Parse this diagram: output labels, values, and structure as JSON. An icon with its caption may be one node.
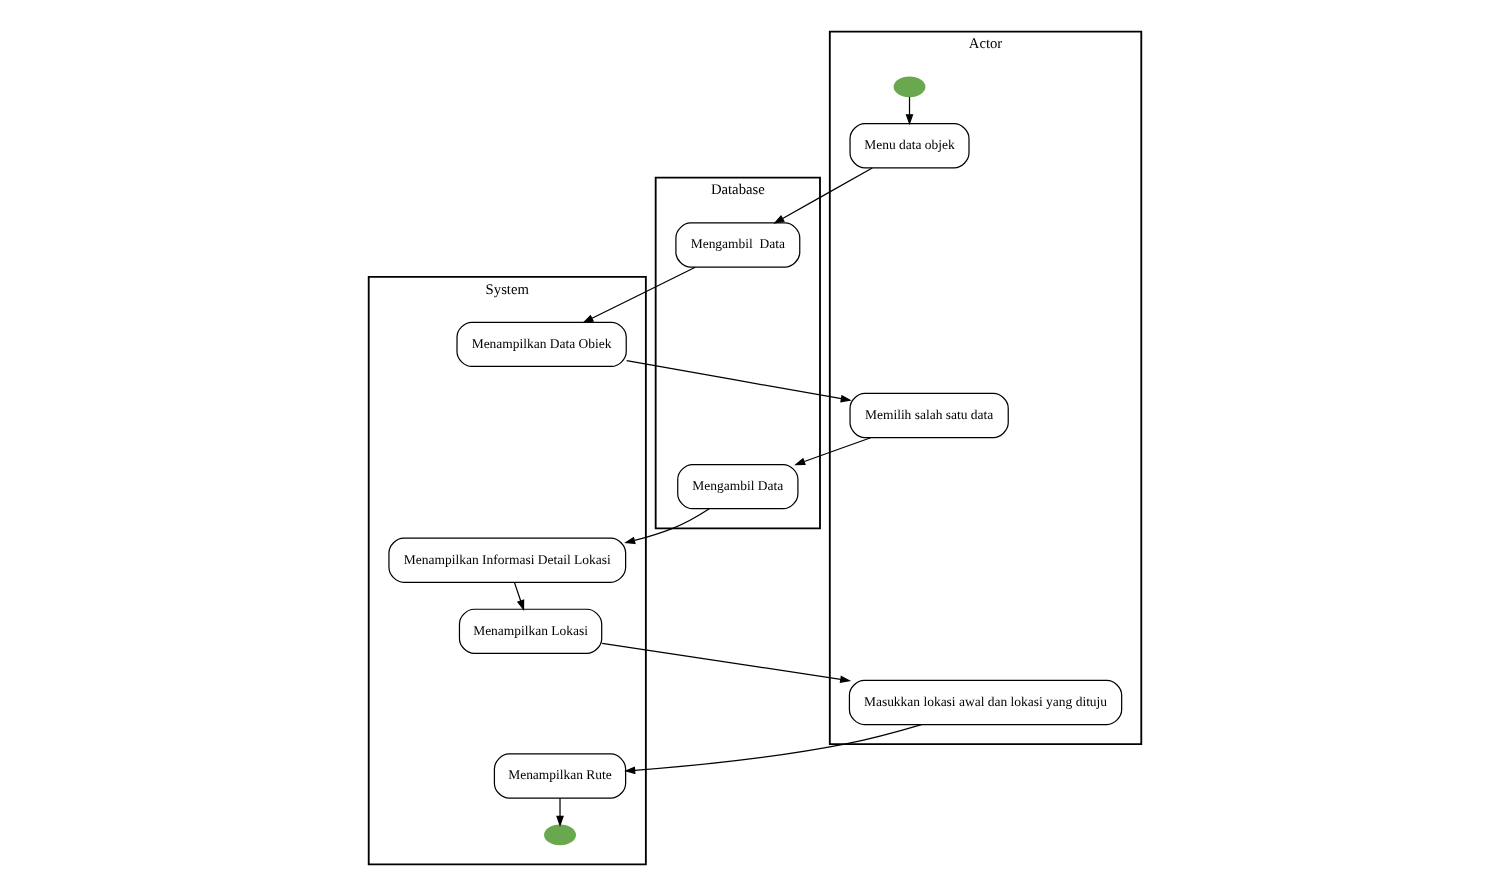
{
  "diagram": {
    "nodes": [
      {
        "text": [
          "Actor"
        ]
      },
      {
        "text": [
          "System"
        ]
      },
      {
        "text": [
          "Database"
        ]
      },
      {
        "text": [],
        "shape": "circle",
        "in": 0
      },
      {
        "text": [
          "Menu data objek"
        ],
        "in": 0
      },
      {
        "text": [
          "Mengambil  Data"
        ],
        "in": 2
      },
      {
        "text": [
          "Memilih salah satu data"
        ],
        "in": 0
      },
      {
        "text": [
          "Menampilkan Data Obiek"
        ],
        "in": 1
      },
      {
        "text": [
          "Mengambil Data"
        ],
        "in": 2
      },
      {
        "text": [
          "Menampilkan Informasi Detail Lokasi"
        ],
        "in": 1
      },
      {
        "text": [
          "Menampilkan Lokasi"
        ],
        "in": 1
      },
      {
        "text": [
          "Masukkan lokasi awal dan lokasi yang dituju"
        ],
        "in": 0
      },
      {
        "text": [
          "Menampilkan Rute"
        ],
        "in": 1
      },
      {
        "text": [],
        "shape": "circle",
        "in": 1
      }
    ],
    "edges": [
      {
        "from": 3,
        "to": 4,
        "arrow": "to"
      },
      {
        "from": 4,
        "to": 5,
        "arrow": "to"
      },
      {
        "from": 5,
        "to": 7,
        "arrow": "to"
      },
      {
        "from": 7,
        "to": 6,
        "arrow": "to"
      },
      {
        "from": 6,
        "to": 8,
        "arrow": "to"
      },
      {
        "from": 8,
        "to": 9,
        "arrow": "to"
      },
      {
        "from": 9,
        "to": 10,
        "arrow": "to"
      },
      {
        "from": 10,
        "to": 11,
        "arrow": "to"
      },
      {
        "from": 11,
        "to": 12,
        "arrow": "to"
      },
      {
        "from": 12,
        "to": 13,
        "arrow": "to"
      }
    ]
  }
}
